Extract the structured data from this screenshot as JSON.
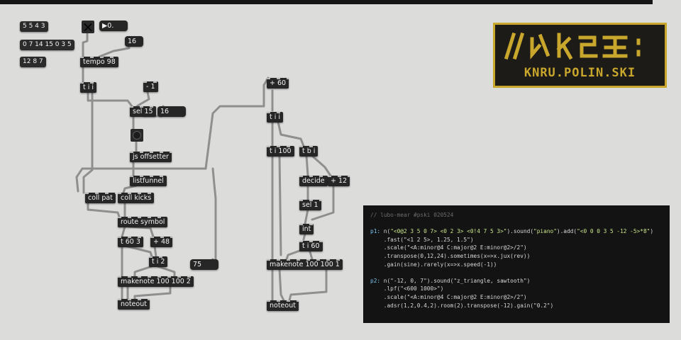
{
  "patch": {
    "msg_1": "5 5 4 3",
    "msg_2": "0 7 14 15 0 3 5",
    "msg_3": "12 8 7",
    "num_float": "▶0.",
    "num_16a": "16",
    "tempo": "tempo 98",
    "t_ii_1": "t i i",
    "minus1": "- 1",
    "sel15": "sel 15",
    "num_16b": "16",
    "js": "js offsetter",
    "listfunnel": "listfunnel",
    "coll_pat": "coll pat",
    "coll_kicks": "coll kicks",
    "route": "route symbol",
    "t603": "t 60 3",
    "plus48": "+ 48",
    "ti2": "t i 2",
    "makenote1": "makenote 100 100 2",
    "noteout1": "noteout",
    "num75": "75",
    "plus60": "+ 60",
    "t_ii_2": "t i i",
    "ti100": "t i 100",
    "tbi": "t b i",
    "decide": "decide",
    "plus12": "+ 12",
    "sel1": "sel 1",
    "int": "int",
    "ti60": "t i 60",
    "makenote2": "makenote 100 100 1",
    "noteout2": "noteout"
  },
  "logo": {
    "text": "KNRU.POLIN.SKI",
    "colors": {
      "gold": "#c9a62c",
      "bg": "#1c1b17"
    }
  },
  "code": {
    "comment": "// lubo-mear #pski 020524",
    "p1_label": "p1:",
    "p1_n": " n(",
    "p1_pat": "\"<0@2 3 5 0 7> <0 2 3> <0!4 7 5 3>\"",
    "p1_sound": ").sound(",
    "p1_piano": "\"piano\"",
    "p1_add": ").add(",
    "p1_addpat": "\"<0 0 0 3 5 -12 -5>*8\"",
    "p1_close": ")",
    "l2": "    .fast(\"<1 2 5>, 1.25, 1.5\")",
    "l3": "    .scale(\"<A:minor@4 C:major@2 E:minor@2>/2\")",
    "l4": "    .transpose(0,12,24).sometimes(x=>x.jux(rev))",
    "l5": "    .gain(sine).rarely(x=>x.speed(-1))",
    "p2_label": "p2:",
    "p2_l1": " n(\"-12, 0, 7\").sound(\"z_triangle, sawtooth\")",
    "l7": "    .lpf(\"<600 1000>\")",
    "l8": "    .scale(\"<A:minor@4 C:major@2 E:minor@2>/2\")",
    "l9": "    .adsr(1,2,0.4,2).room(2).transpose(-12).gain(\"0.2\")"
  }
}
